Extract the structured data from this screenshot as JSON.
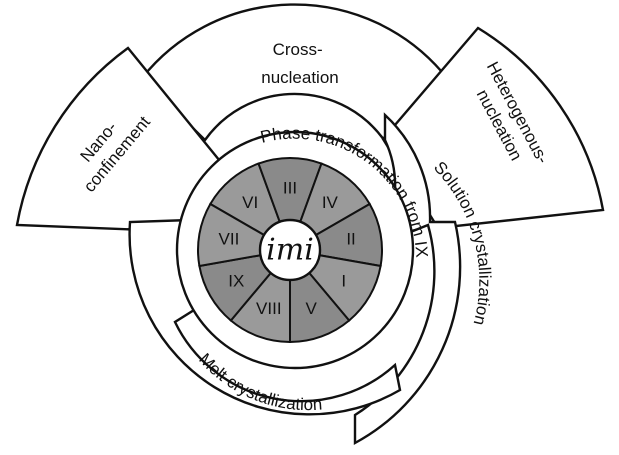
{
  "center_label": "imi",
  "sectors": [
    "VI",
    "III",
    "IV",
    "II",
    "I",
    "V",
    "VIII",
    "IX",
    "VII"
  ],
  "outer_labels": {
    "cross_nucleation": [
      "Cross-",
      "nucleation"
    ],
    "nano_confinement": [
      "Nano-",
      "confinement"
    ],
    "heterogenous_nucleation": [
      "Heterogenous-",
      "nucleation"
    ],
    "solution_crystallization": "Solution crystallization",
    "phase_transformation": "Phase transformation from IX",
    "melt_crystallization": "Melt crystallization"
  },
  "colors": {
    "sector_fill": "#9a9a9a",
    "sector_fill_dark": "#8a8a8a",
    "outline": "#111111",
    "band_fill": "#ffffff"
  }
}
